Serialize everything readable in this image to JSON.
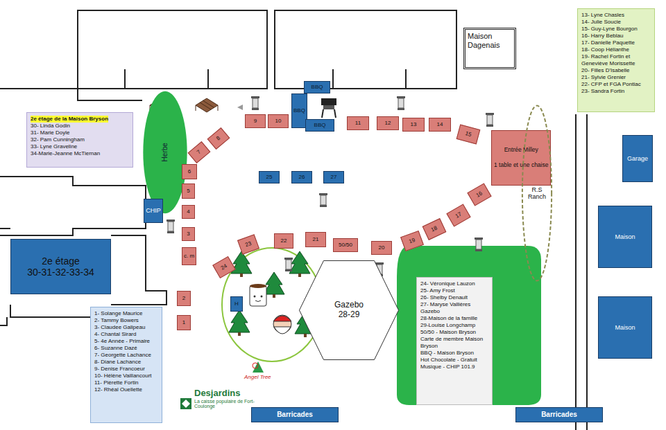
{
  "diagram": {
    "nodes": [
      {
        "text": [
          "Maison Dagenais"
        ]
      },
      {
        "text": [
          "13- Lyne Chasles",
          "14- Julie Soucie",
          "15- Guy-Lyne Bourgon",
          "16- Harry Beblau",
          "17- Danielle Paquette",
          "18- Coop Hélianthe",
          "19- Rachel Fortin et Geneviève Morissette",
          "20- Filles D'Isabelle",
          "21- Sylvie Grenier",
          "22- CFP et FGA Pontiac",
          "23- Sandra Fortin"
        ]
      },
      {
        "text": [
          "2e étage de la Maison Bryson",
          "30- Linda Godin",
          "31- Marie Doyle",
          "32- Pam Cunningham",
          "33- Lyne Graveline",
          "34-Marie-Jeanne McTiernan"
        ]
      },
      {
        "text": [
          "BBQ"
        ]
      },
      {
        "text": [
          "BBQ"
        ]
      },
      {
        "text": [
          "BBQ"
        ]
      },
      {
        "text": [
          "9"
        ]
      },
      {
        "text": [
          "10"
        ]
      },
      {
        "text": [
          "11"
        ]
      },
      {
        "text": [
          "12"
        ]
      },
      {
        "text": [
          "13"
        ]
      },
      {
        "text": [
          "14"
        ]
      },
      {
        "text": [
          "15"
        ]
      },
      {
        "text": [
          "Entrée Milley",
          "1 table et une chaise"
        ]
      },
      {
        "text": [
          "8"
        ]
      },
      {
        "text": [
          "7"
        ]
      },
      {
        "text": [
          "Herbe"
        ]
      },
      {
        "text": [
          "6"
        ]
      },
      {
        "text": [
          "25"
        ]
      },
      {
        "text": [
          "26"
        ]
      },
      {
        "text": [
          "27"
        ]
      },
      {
        "text": [
          "R.S Ranch"
        ]
      },
      {
        "text": [
          "16"
        ]
      },
      {
        "text": [
          "Garage"
        ]
      },
      {
        "text": [
          "5"
        ]
      },
      {
        "text": [
          "CHIP"
        ]
      },
      {
        "text": [
          "4"
        ]
      },
      {
        "text": [
          "17"
        ]
      },
      {
        "text": [
          "Maison"
        ]
      },
      {
        "text": [
          "3"
        ]
      },
      {
        "text": [
          "18"
        ]
      },
      {
        "text": [
          "c. m"
        ]
      },
      {
        "text": [
          "23"
        ]
      },
      {
        "text": [
          "22"
        ]
      },
      {
        "text": [
          "21"
        ]
      },
      {
        "text": [
          "50/50"
        ]
      },
      {
        "text": [
          "20"
        ]
      },
      {
        "text": [
          "19"
        ]
      },
      {
        "text": [
          "2e étage",
          "30-31-32-33-34"
        ]
      },
      {
        "text": [
          "24"
        ]
      },
      {
        "text": [
          "Gazebo",
          "28-29"
        ]
      },
      {
        "text": [
          "24- Véronique Lauzon",
          "25- Amy Frost",
          "26- Shelby Denault",
          "27- Maryse Vallières",
          "Gazebo",
          "28-Maison de la famille",
          "29-Louise Longchamp",
          "50/50 - Maison Bryson",
          "Carte de membre Maison Bryson",
          "BBQ - Maison Bryson",
          "Hot Chocolate - Gratuit",
          "Musique - CHIP 101.9"
        ]
      },
      {
        "text": [
          "Maison"
        ]
      },
      {
        "text": [
          "2"
        ]
      },
      {
        "text": [
          "H"
        ]
      },
      {
        "text": [
          "1"
        ]
      },
      {
        "text": [
          "1- Solange Maurice",
          "2- Tammy Bowers",
          "3- Claudee Galipeau",
          "4- Chantal Sirard",
          "5- 4e Année - Primaire",
          "6- Suzanne Dazé",
          "7- Georgette Lachance",
          "8- Diane Lachance",
          "9- Denise Francoeur",
          "10- Hélène Vaillancourt",
          "11- Pièrette Fortin",
          "12- Rhéal Ouellette"
        ]
      },
      {
        "text": [
          "Barricades"
        ]
      },
      {
        "text": [
          "Barricades"
        ]
      }
    ],
    "labels": [
      "Desjardins",
      "La caisse populaire de Fort-Coulonge",
      "Angel Tree"
    ]
  }
}
